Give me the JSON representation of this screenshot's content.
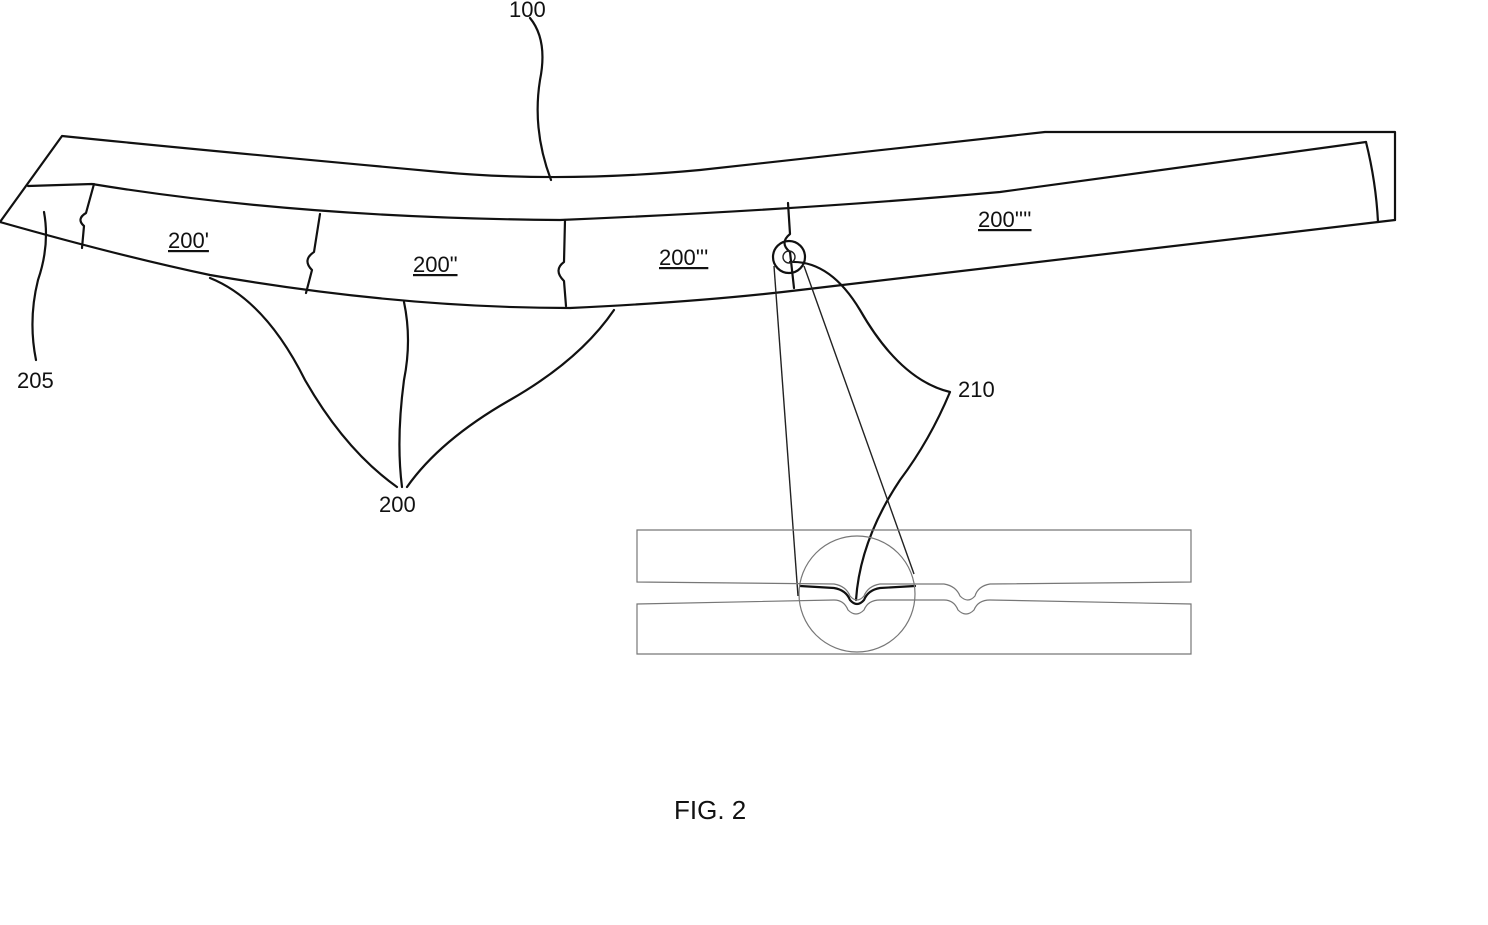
{
  "labels": {
    "ref_100": "100",
    "ref_205": "205",
    "ref_200": "200",
    "ref_210": "210"
  },
  "segments": {
    "s1": "200'",
    "s2": "200\"",
    "s3": "200'''",
    "s4": "200''''"
  },
  "caption": "FIG. 2"
}
